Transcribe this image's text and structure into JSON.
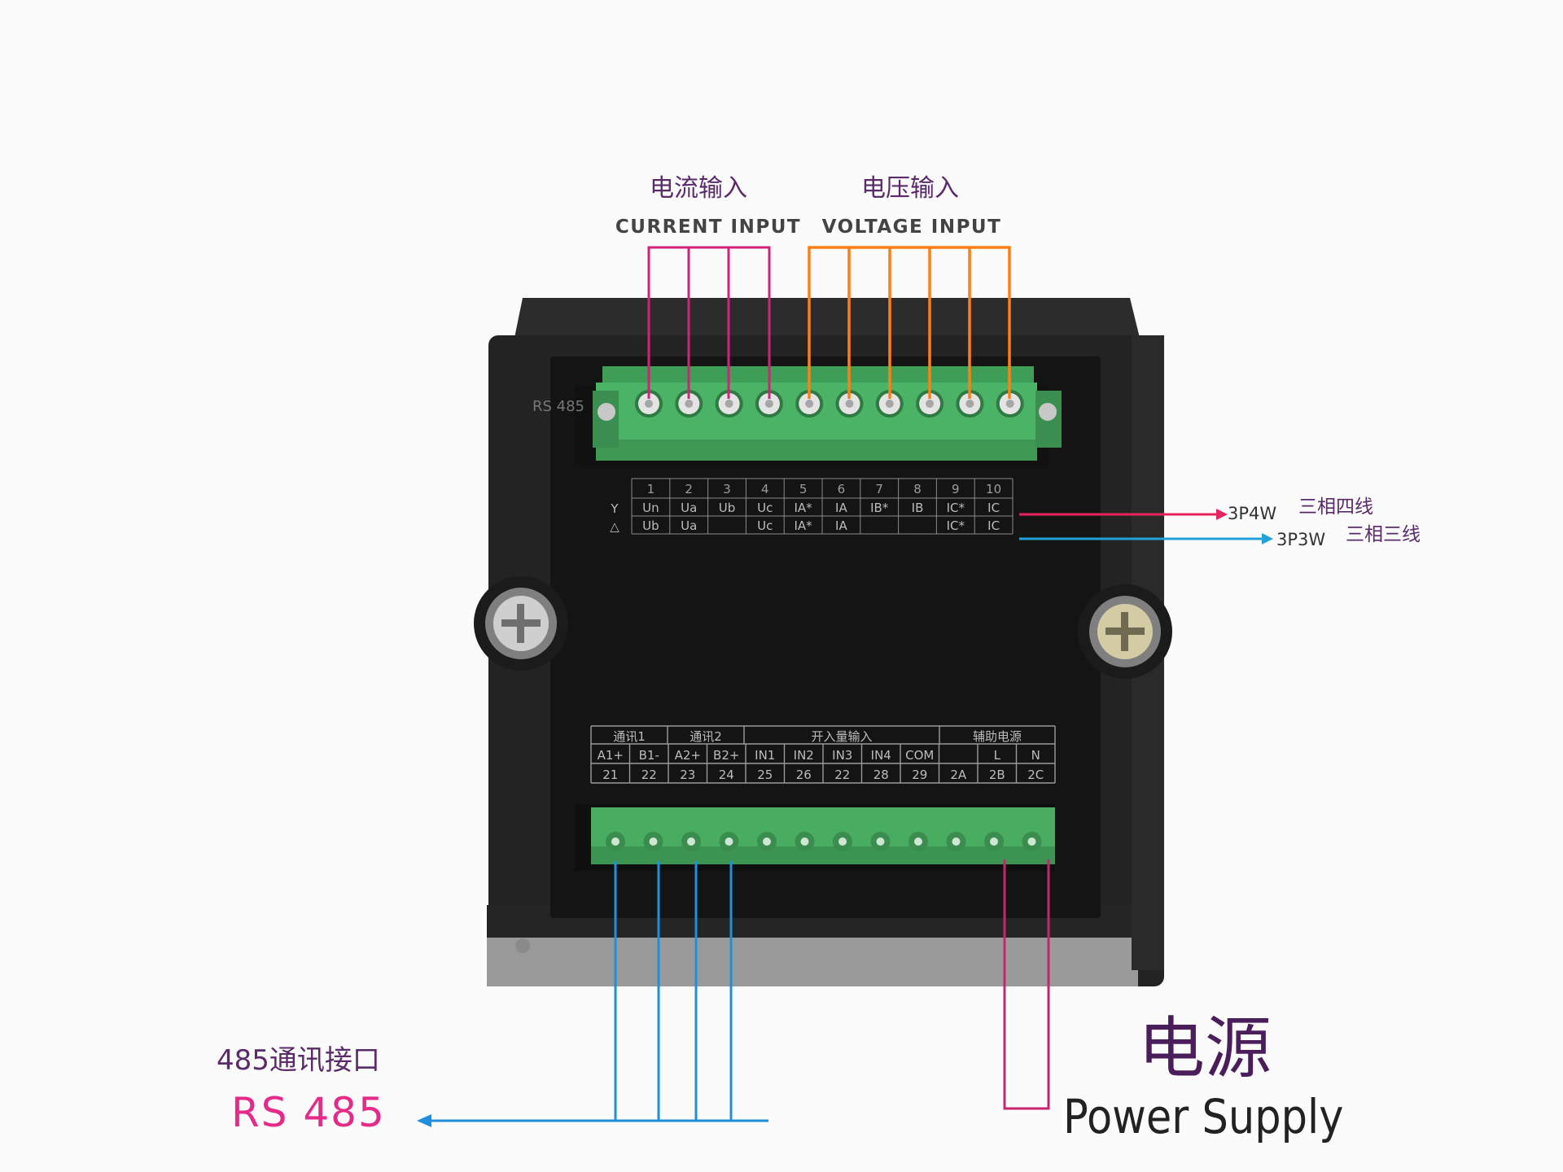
{
  "top_labels": {
    "current_cn": "电流输入",
    "current_en": "CURRENT INPUT",
    "voltage_cn": "电压输入",
    "voltage_en": "VOLTAGE INPUT"
  },
  "side_labels": {
    "p4w": "3P4W",
    "p4w_cn": "三相四线",
    "p3w": "3P3W",
    "p3w_cn": "三相三线",
    "faint_rs485": "RS 485"
  },
  "upper_table": {
    "numbers": [
      "1",
      "2",
      "3",
      "4",
      "5",
      "6",
      "7",
      "8",
      "9",
      "10"
    ],
    "row_y_symbol": "Y",
    "row_y": [
      "Un",
      "Ua",
      "Ub",
      "Uc",
      "IA*",
      "IA",
      "IB*",
      "IB",
      "IC*",
      "IC"
    ],
    "row_delta_symbol": "△",
    "row_delta": [
      "Ub",
      "Ua",
      "",
      "Uc",
      "IA*",
      "IA",
      "",
      "",
      "IC*",
      "IC"
    ]
  },
  "lower_table": {
    "groups": [
      "通讯1",
      "通讯2",
      "开入量输入",
      "辅助电源"
    ],
    "signals": [
      "A1+",
      "B1-",
      "A2+",
      "B2+",
      "IN1",
      "IN2",
      "IN3",
      "IN4",
      "COM",
      "",
      "L",
      "N"
    ],
    "numbers": [
      "21",
      "22",
      "23",
      "24",
      "25",
      "26",
      "22",
      "28",
      "29",
      "2A",
      "2B",
      "2C"
    ]
  },
  "bottom_labels": {
    "rs485_cn": "485通讯接口",
    "rs485_en": "RS 485",
    "power_cn": "电源",
    "power_en": "Power Supply"
  },
  "colors": {
    "current": "#d4227c",
    "voltage": "#ff7f12",
    "comm": "#1f8fde",
    "power": "#c8256f",
    "p4w_arrow": "#e8245f",
    "p3w_arrow": "#23a2d9",
    "cn_label": "#5a2a6a"
  }
}
